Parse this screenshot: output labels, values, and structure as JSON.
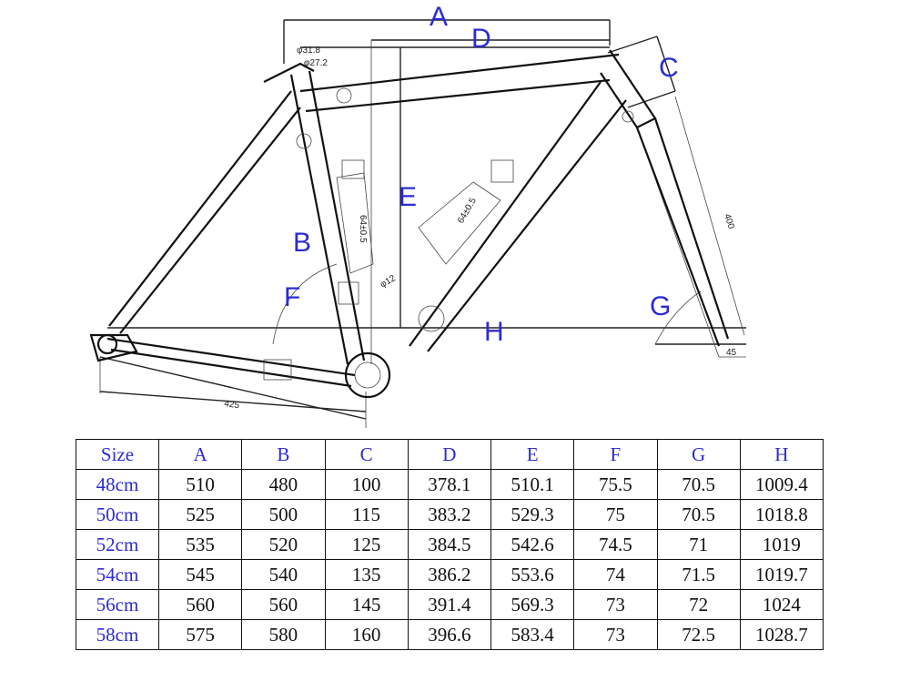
{
  "diagram": {
    "labels": {
      "A": "A",
      "B": "B",
      "C": "C",
      "D": "D",
      "E": "E",
      "F": "F",
      "G": "G",
      "H": "H"
    },
    "dimensions": {
      "seatpost_outer": "φ31.8",
      "seatpost_inner": "φ27.2",
      "headtube_len": "400",
      "bottle_mount_1": "64±0.5",
      "bottle_mount_2": "64±0.5",
      "cable_port": "φ12",
      "chainstay": "425",
      "headtube_angle": "45"
    }
  },
  "table": {
    "headers": [
      "Size",
      "A",
      "B",
      "C",
      "D",
      "E",
      "F",
      "G",
      "H"
    ],
    "rows": [
      [
        "48cm",
        "510",
        "480",
        "100",
        "378.1",
        "510.1",
        "75.5",
        "70.5",
        "1009.4"
      ],
      [
        "50cm",
        "525",
        "500",
        "115",
        "383.2",
        "529.3",
        "75",
        "70.5",
        "1018.8"
      ],
      [
        "52cm",
        "535",
        "520",
        "125",
        "384.5",
        "542.6",
        "74.5",
        "71",
        "1019"
      ],
      [
        "54cm",
        "545",
        "540",
        "135",
        "386.2",
        "553.6",
        "74",
        "71.5",
        "1019.7"
      ],
      [
        "56cm",
        "560",
        "560",
        "145",
        "391.4",
        "569.3",
        "73",
        "72",
        "1024"
      ],
      [
        "58cm",
        "575",
        "580",
        "160",
        "396.6",
        "583.4",
        "73",
        "72.5",
        "1028.7"
      ]
    ]
  }
}
